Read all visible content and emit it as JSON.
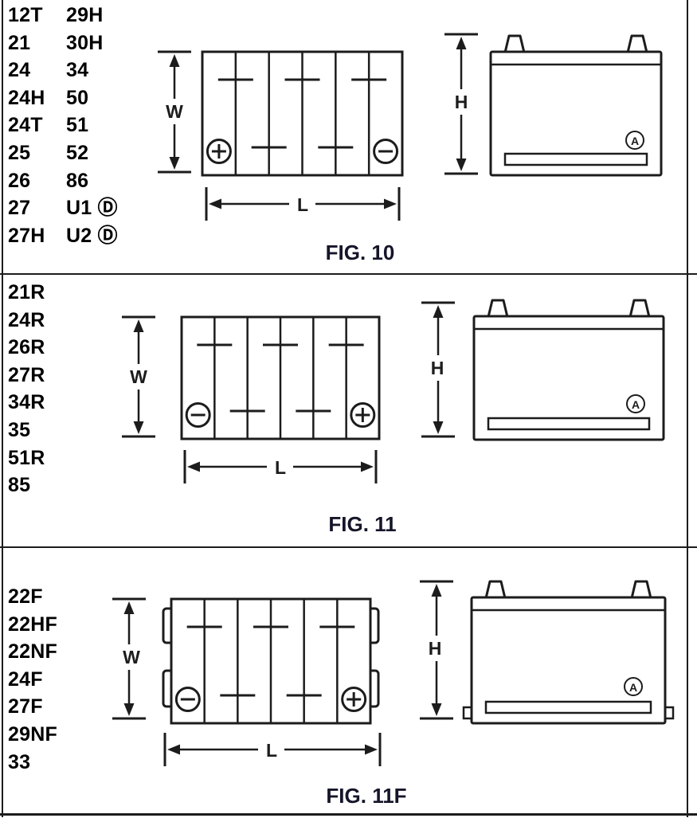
{
  "page": {
    "background": "#ffffff",
    "line_color": "#1c1c1c",
    "caption_color": "#15152a"
  },
  "dimension_labels": {
    "width": "W",
    "length": "L",
    "height": "H"
  },
  "figures": [
    {
      "caption": "FIG. 10",
      "sizes": [
        [
          "12T",
          "29H"
        ],
        [
          "21",
          "30H"
        ],
        [
          "24",
          "34"
        ],
        [
          "24H",
          "50"
        ],
        [
          "24T",
          "51"
        ],
        [
          "25",
          "52"
        ],
        [
          "26",
          "86"
        ],
        [
          "27",
          "U1 Ⓓ"
        ],
        [
          "27H",
          "U2 Ⓓ"
        ]
      ],
      "top_view": {
        "cells": 6,
        "left_terminal": "positive",
        "right_terminal": "negative",
        "top_connector_dividers": [
          1,
          3,
          5
        ],
        "bottom_connector_dividers": [
          2,
          4
        ],
        "side_flanges": false
      },
      "side_view": {
        "marker": "A",
        "posts": 2,
        "bottom_flanges": false
      }
    },
    {
      "caption": "FIG. 11",
      "sizes": [
        [
          "21R"
        ],
        [
          "24R"
        ],
        [
          "26R"
        ],
        [
          "27R"
        ],
        [
          "34R"
        ],
        [
          "35"
        ],
        [
          "51R"
        ],
        [
          "85"
        ]
      ],
      "top_view": {
        "cells": 6,
        "left_terminal": "negative",
        "right_terminal": "positive",
        "top_connector_dividers": [
          1,
          3,
          5
        ],
        "bottom_connector_dividers": [
          2,
          4
        ],
        "side_flanges": false
      },
      "side_view": {
        "marker": "A",
        "posts": 2,
        "bottom_flanges": false
      }
    },
    {
      "caption": "FIG. 11F",
      "sizes": [
        [
          "22F"
        ],
        [
          "22HF"
        ],
        [
          "22NF"
        ],
        [
          "24F"
        ],
        [
          "27F"
        ],
        [
          "29NF"
        ],
        [
          "33"
        ]
      ],
      "top_view": {
        "cells": 6,
        "left_terminal": "negative",
        "right_terminal": "positive",
        "top_connector_dividers": [
          1,
          3,
          5
        ],
        "bottom_connector_dividers": [
          2,
          4
        ],
        "side_flanges": true
      },
      "side_view": {
        "marker": "A",
        "posts": 2,
        "bottom_flanges": true
      }
    }
  ]
}
